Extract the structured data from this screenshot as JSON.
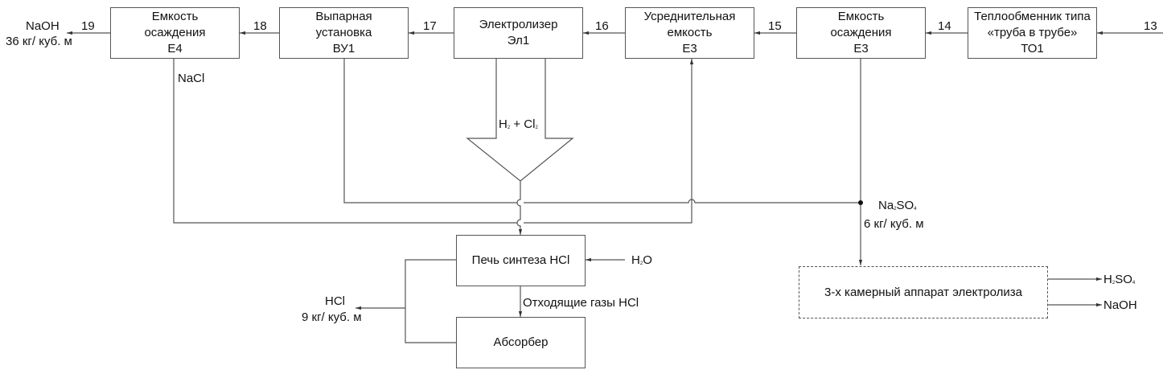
{
  "diagram": {
    "boxes": {
      "e4": {
        "line1": "Емкость",
        "line2": "осаждения",
        "line3": "Е4"
      },
      "vu1": {
        "line1": "Выпарная",
        "line2": "установка",
        "line3": "ВУ1"
      },
      "el1": {
        "line1": "Электролизер",
        "line2": "Эл1"
      },
      "avg_tank": {
        "line1": "Усреднительная",
        "line2": "емкость",
        "line3": "Е3"
      },
      "e3": {
        "line1": "Емкость",
        "line2": "осаждения",
        "line3": "Е3"
      },
      "to1": {
        "line1": "Теплообменник типа",
        "line2": "«труба в трубе»",
        "line3": "ТО1"
      },
      "furnace": {
        "label": "Печь синтеза HCl"
      },
      "absorber": {
        "label": "Абсорбер"
      },
      "electrolysis3": {
        "label": "3-х камерный аппарат электролиза"
      }
    },
    "stream_numbers": [
      "19",
      "18",
      "17",
      "16",
      "15",
      "14",
      "13"
    ],
    "labels": {
      "naoh_out": {
        "name": "NaOH",
        "conc": "36 кг/ куб. м"
      },
      "nacl": "NaCl",
      "h2_cl2": {
        "h": "H",
        "sub1": "2",
        "plus": " + Cl",
        "sub2": "2"
      },
      "na2so4": {
        "a": "Na",
        "sub1": "2",
        "b": "SO",
        "sub2": "4",
        "conc": "6 кг/ куб. м"
      },
      "h2o": {
        "a": "H",
        "sub": "2",
        "b": "O"
      },
      "offgas": "Отходящие газы HCl",
      "hcl_out": {
        "name": "HCl",
        "conc": "9 кг/ куб. м"
      },
      "h2so4": {
        "a": "H",
        "sub1": "2",
        "b": "SO",
        "sub2": "4"
      },
      "naoh2": "NaOH"
    },
    "colors": {
      "line": "#555555",
      "text": "#111111"
    }
  }
}
